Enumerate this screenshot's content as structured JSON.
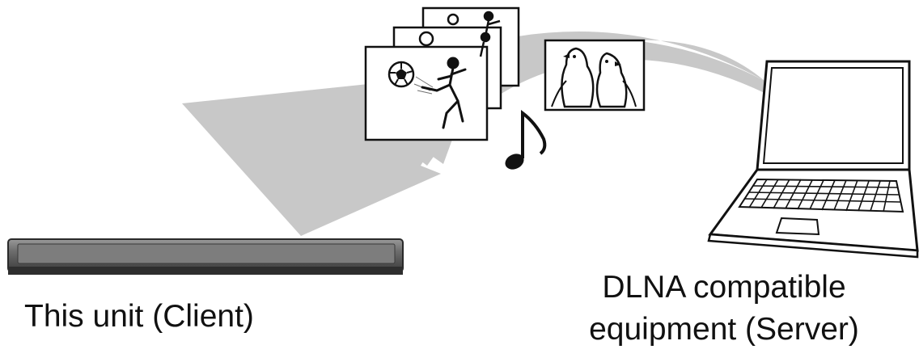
{
  "labels": {
    "client": "This unit (Client)",
    "server_line1": "DLNA compatible",
    "server_line2": "equipment (Server)"
  },
  "icons": [
    "player-device-icon",
    "laptop-icon",
    "flow-arrow-icon",
    "soccer-photo-icon",
    "penguin-photo-icon",
    "music-note-icon"
  ],
  "colors": {
    "arrow": "#c8c8c8",
    "device_body": "#5a5a5a",
    "outline": "#111111",
    "text": "#111111"
  }
}
